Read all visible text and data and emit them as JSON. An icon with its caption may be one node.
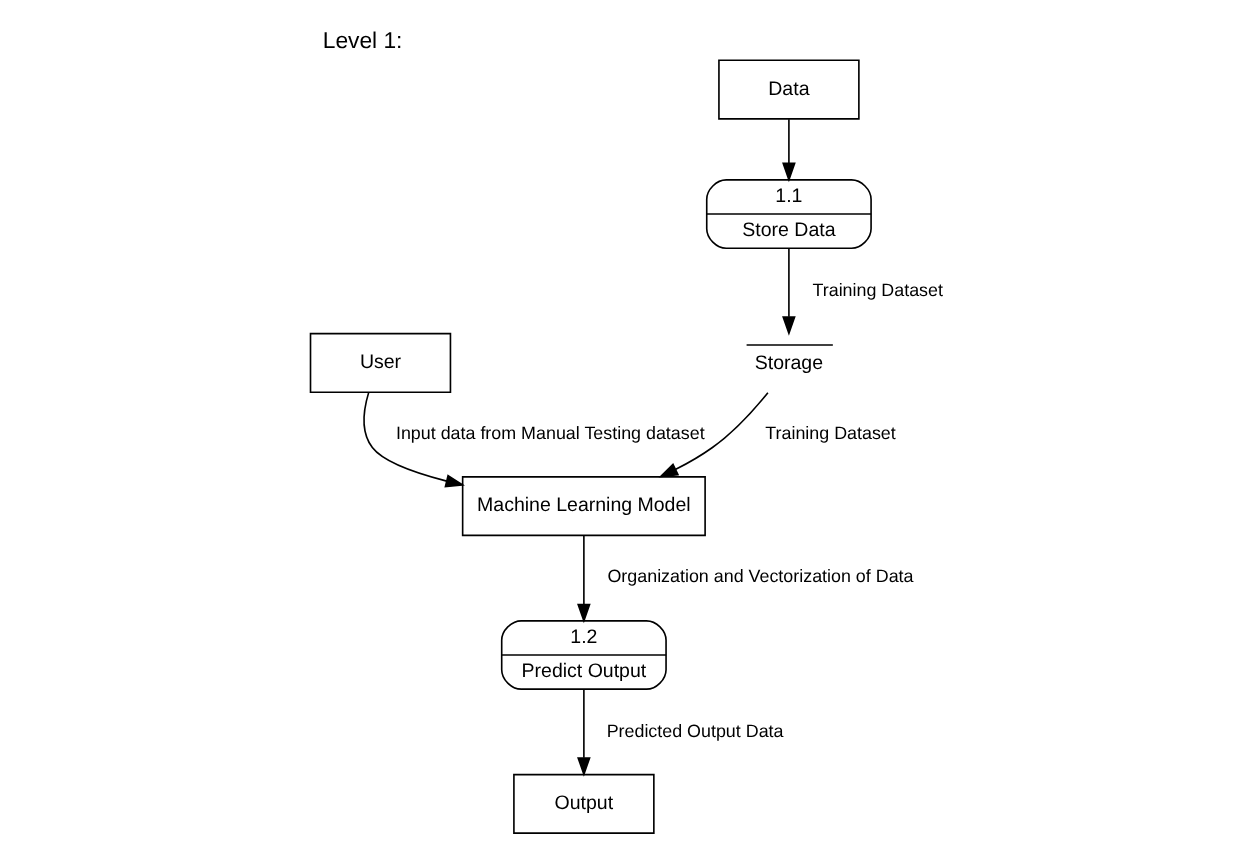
{
  "diagram": {
    "title": "Level 1:",
    "nodes": [
      {
        "text": [
          "User"
        ]
      },
      {
        "text": [
          "Machine Learning Model"
        ]
      },
      {
        "text": [
          "Data"
        ]
      },
      {
        "text": [
          "1.1",
          "Store Data"
        ]
      },
      {
        "text": [
          "1.2",
          "Predict Output"
        ]
      },
      {
        "text": [
          "Storage"
        ]
      },
      {
        "text": [
          "Output"
        ]
      }
    ],
    "edges": [
      {
        "from": 0,
        "to": 1,
        "arrow": "to",
        "label": "Input data from Manual Testing dataset"
      },
      {
        "from": 2,
        "to": 3,
        "arrow": "to"
      },
      {
        "from": 3,
        "to": 5,
        "arrow": "to",
        "label": "Training Dataset"
      },
      {
        "from": 5,
        "to": 1,
        "arrow": "to",
        "label": "Training Dataset"
      },
      {
        "from": 1,
        "to": 4,
        "arrow": "to",
        "label": "Organization and Vectorization of Data"
      },
      {
        "from": 4,
        "to": 6,
        "arrow": "to",
        "label": "Predicted Output Data"
      }
    ]
  }
}
